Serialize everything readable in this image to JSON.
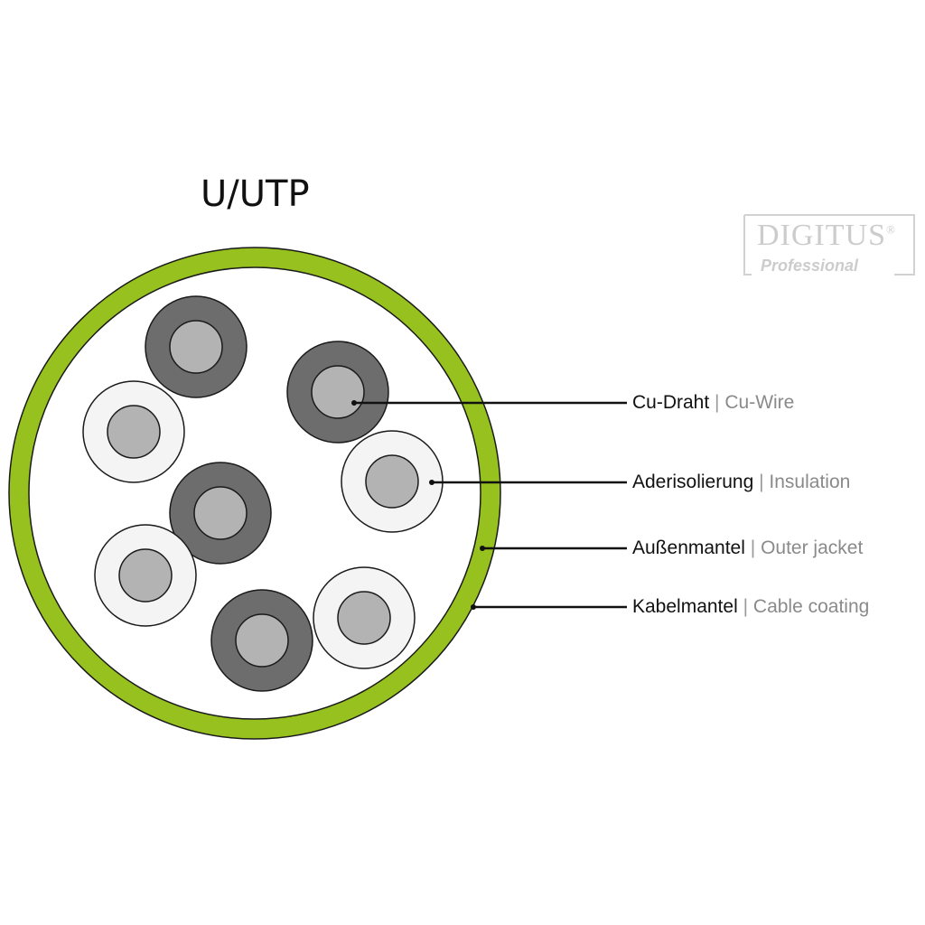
{
  "title": "U/UTP",
  "logo": {
    "name": "DIGITUS",
    "registered": "®",
    "sub": "Professional"
  },
  "labels": [
    {
      "de": "Cu-Draht",
      "sep": "|",
      "en": "Cu-Wire"
    },
    {
      "de": "Aderisolierung",
      "sep": "|",
      "en": "Insulation"
    },
    {
      "de": "Außenmantel",
      "sep": "|",
      "en": "Outer jacket"
    },
    {
      "de": "Kabelmantel",
      "sep": "|",
      "en": "Cable coating"
    }
  ],
  "colors": {
    "coating": "#96c11f",
    "jacket": "#ffffff",
    "insulation_dark": "#6d6d6d",
    "insulation_light": "#f4f4f4",
    "wire": "#b3b3b3",
    "outline": "#1a1a1a",
    "logo": "#cccccc"
  },
  "wires": [
    {
      "insulation": "dark"
    },
    {
      "insulation": "dark"
    },
    {
      "insulation": "light"
    },
    {
      "insulation": "light"
    },
    {
      "insulation": "dark"
    },
    {
      "insulation": "light"
    },
    {
      "insulation": "dark"
    },
    {
      "insulation": "light"
    }
  ]
}
